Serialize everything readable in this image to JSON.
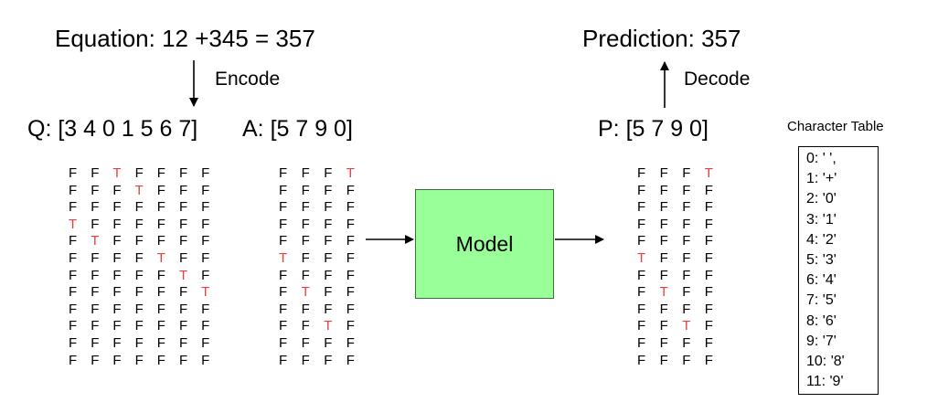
{
  "equation": "Equation: 12 +345 = 357",
  "prediction": "Prediction: 357",
  "encode_label": "Encode",
  "decode_label": "Decode",
  "q_vector": "Q: [3 4 0 1 5 6 7]",
  "a_vector": "A: [5 7 9 0]",
  "p_vector": "P: [5 7 9 0]",
  "model_label": "Model",
  "char_table_title": "Character Table",
  "char_table": [
    "0: ' ',",
    "1: '+'",
    "2: '0'",
    "3: '1'",
    "4: '2'",
    "5: '3'",
    "6: '4'",
    "7: '5'",
    "8: '6'",
    "9: '7'",
    "10: '8'",
    "11: '9'"
  ],
  "true_color": "#e8413c",
  "model_color": "#99ff99",
  "q_onehot": [
    "FFTFFFF",
    "FFFTFFF",
    "FFFFFFF",
    "TFFFFFF",
    "FTFFFFF",
    "FFFFTFF",
    "FFFFFTF",
    "FFFFFFT",
    "FFFFFFF",
    "FFFFFFF",
    "FFFFFFF",
    "FFFFFFF"
  ],
  "a_onehot": [
    "FFFT",
    "FFFF",
    "FFFF",
    "FFFF",
    "FFFF",
    "TFFF",
    "FFFF",
    "FTFF",
    "FFFF",
    "FFTF",
    "FFFF",
    "FFFF"
  ],
  "p_onehot": [
    "FFFT",
    "FFFF",
    "FFFF",
    "FFFF",
    "FFFF",
    "TFFF",
    "FFFF",
    "FTFF",
    "FFFF",
    "FFTF",
    "FFFF",
    "FFFF"
  ]
}
